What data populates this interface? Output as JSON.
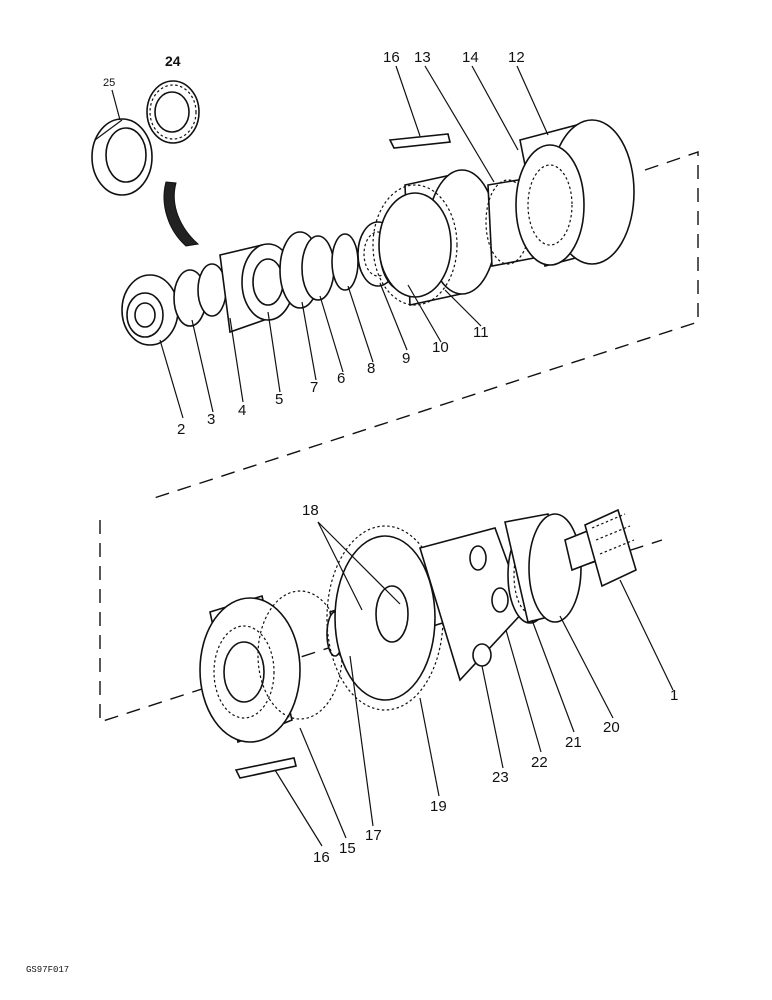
{
  "figure_code": "GS97F017",
  "callouts": {
    "upper": [
      "25",
      "24",
      "16",
      "13",
      "14",
      "12",
      "2",
      "3",
      "4",
      "5",
      "7",
      "6",
      "8",
      "9",
      "10",
      "11"
    ],
    "lower": [
      "18",
      "1",
      "20",
      "21",
      "22",
      "23",
      "19",
      "17",
      "15",
      "16"
    ]
  }
}
